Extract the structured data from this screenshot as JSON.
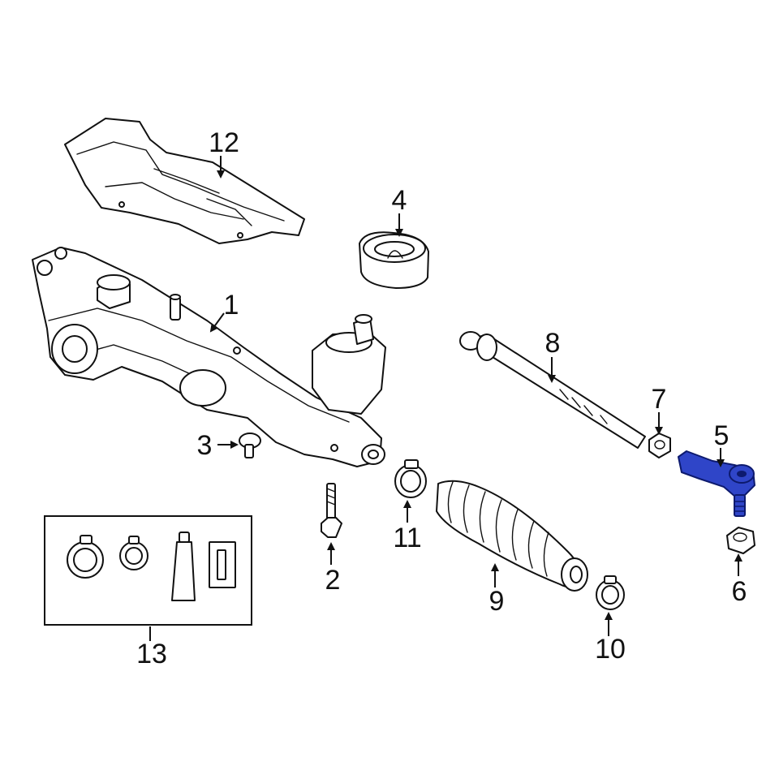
{
  "callouts": [
    {
      "id": "1",
      "label": "1"
    },
    {
      "id": "2",
      "label": "2"
    },
    {
      "id": "3",
      "label": "3"
    },
    {
      "id": "4",
      "label": "4"
    },
    {
      "id": "5",
      "label": "5"
    },
    {
      "id": "6",
      "label": "6"
    },
    {
      "id": "7",
      "label": "7"
    },
    {
      "id": "8",
      "label": "8"
    },
    {
      "id": "9",
      "label": "9"
    },
    {
      "id": "10",
      "label": "10"
    },
    {
      "id": "11",
      "label": "11"
    },
    {
      "id": "12",
      "label": "12"
    },
    {
      "id": "13",
      "label": "13"
    }
  ],
  "highlight": {
    "part": "5",
    "color": "#2f45c8"
  },
  "colors": {
    "line": "#111111",
    "background": "#ffffff"
  }
}
